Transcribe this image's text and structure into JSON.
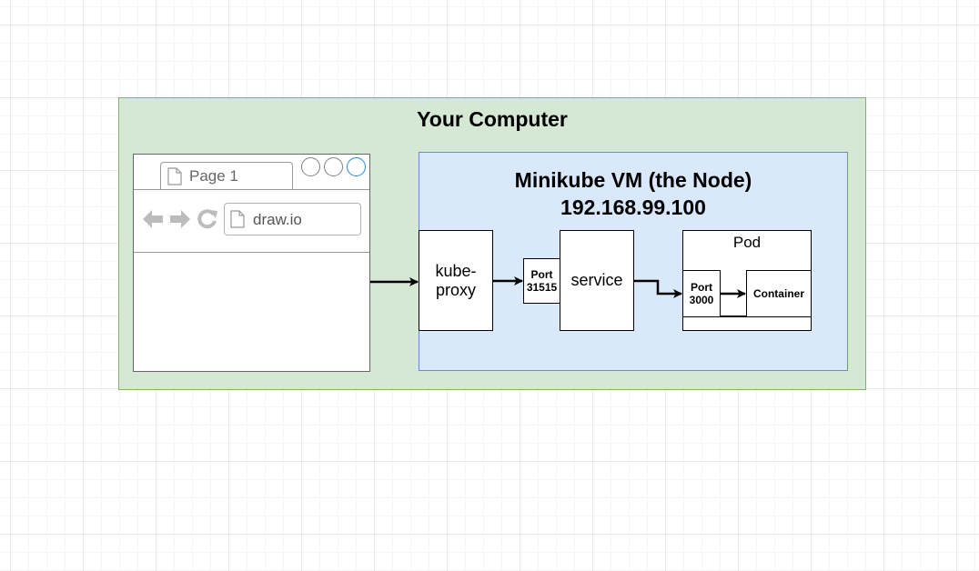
{
  "computer": {
    "title": "Your Computer",
    "fill": "#d5e8d4",
    "stroke": "#82b366"
  },
  "browser": {
    "tab_label": "Page 1",
    "url": "draw.io",
    "icons": [
      "page-icon",
      "back-arrow-icon",
      "forward-arrow-icon",
      "reload-icon",
      "page-icon",
      "window-button-icon"
    ],
    "active_button_color": "#1d8bf1"
  },
  "node": {
    "title": "Minikube VM (the Node)",
    "ip": "192.168.99.100",
    "fill": "#dae8fc",
    "stroke": "#6c8ebf"
  },
  "kube_proxy": {
    "line1": "kube-",
    "line2": "proxy"
  },
  "service_port": {
    "line1": "Port",
    "line2": "31515"
  },
  "service": {
    "label": "service"
  },
  "pod": {
    "label": "Pod",
    "port": {
      "line1": "Port",
      "line2": "3000"
    },
    "container": "Container"
  }
}
